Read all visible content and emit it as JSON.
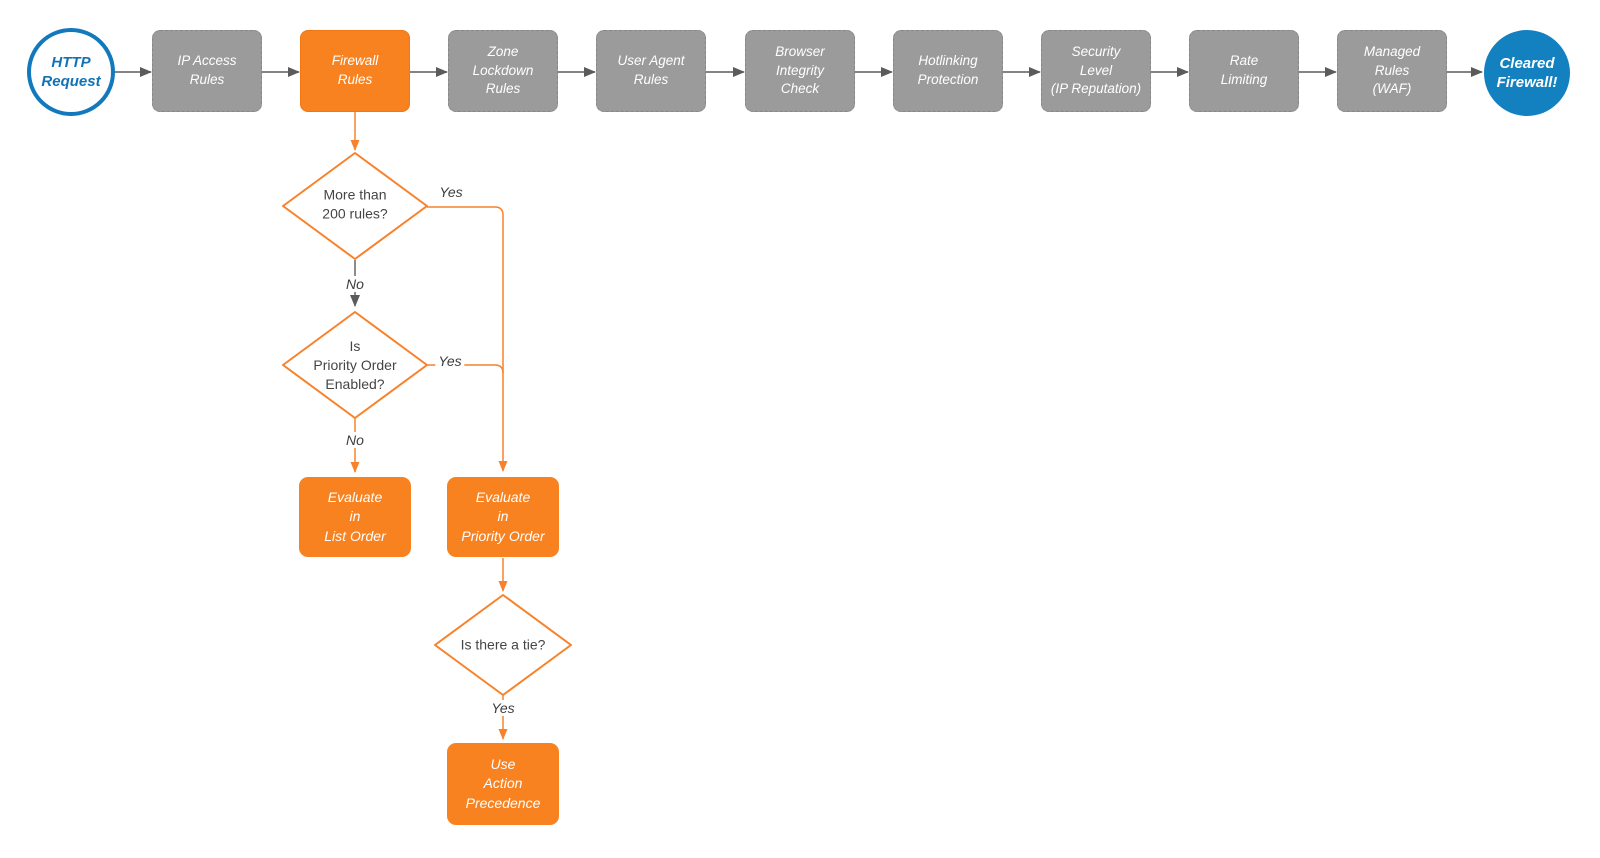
{
  "flow": {
    "start": {
      "label": "HTTP\nRequest"
    },
    "pipeline": [
      {
        "label": "IP Access\nRules"
      },
      {
        "label": "Firewall\nRules",
        "highlight": true
      },
      {
        "label": "Zone\nLockdown\nRules"
      },
      {
        "label": "User Agent\nRules"
      },
      {
        "label": "Browser\nIntegrity\nCheck"
      },
      {
        "label": "Hotlinking\nProtection"
      },
      {
        "label": "Security\nLevel\n(IP Reputation)"
      },
      {
        "label": "Rate\nLimiting"
      },
      {
        "label": "Managed\nRules\n(WAF)"
      }
    ],
    "decisions": [
      {
        "label": "More than\n200 rules?"
      },
      {
        "label": "Is\nPriority Order\nEnabled?"
      },
      {
        "label": "Is there a tie?"
      }
    ],
    "actions": [
      {
        "label": "Evaluate\nin\nList Order"
      },
      {
        "label": "Evaluate\nin\nPriority Order"
      },
      {
        "label": "Use\nAction\nPrecedence"
      }
    ],
    "edge_labels": {
      "d1_yes": "Yes",
      "d1_no": "No",
      "d2_yes": "Yes",
      "d2_no": "No",
      "d3_yes": "Yes"
    },
    "end": {
      "label": "Cleared\nFirewall!"
    }
  },
  "colors": {
    "accent_orange": "#f7821f",
    "node_gray": "#9b9b9b",
    "brand_blue": "#1380c0",
    "connector_gray": "#5b5b5b",
    "connector_orange": "#f8822b"
  }
}
